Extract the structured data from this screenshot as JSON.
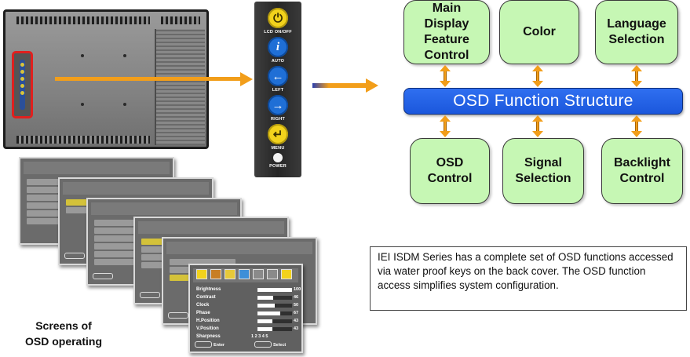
{
  "keys": [
    {
      "label": "LCD ON/OFF",
      "icon": "power-icon",
      "glyph": "⏻",
      "color": "#f2d21c"
    },
    {
      "label": "AUTO",
      "icon": "info-icon",
      "glyph": "i",
      "color": "#1f6fd6"
    },
    {
      "label": "LEFT",
      "icon": "arrow-left-icon",
      "glyph": "←",
      "color": "#1f6fd6"
    },
    {
      "label": "RIGHT",
      "icon": "arrow-right-icon",
      "glyph": "→",
      "color": "#1f6fd6"
    },
    {
      "label": "MENU",
      "icon": "enter-icon",
      "glyph": "↵",
      "color": "#f2d21c"
    },
    {
      "label": "POWER",
      "icon": "power-led-icon",
      "glyph": "",
      "color": "#f4f4f4"
    }
  ],
  "osd_caption": "Screens of\nOSD operating",
  "osd_front": {
    "items": [
      {
        "name": "Brightness",
        "value": "100",
        "level": 1.0
      },
      {
        "name": "Contrast",
        "value": "46",
        "level": 0.46
      },
      {
        "name": "Clock",
        "value": "50",
        "level": 0.5
      },
      {
        "name": "Phase",
        "value": "67",
        "level": 0.67
      },
      {
        "name": "H.Position",
        "value": "43",
        "level": 0.43
      },
      {
        "name": "V.Position",
        "value": "43",
        "level": 0.43
      },
      {
        "name": "Sharpness",
        "value": "1 2 3 4 5",
        "level": null
      }
    ],
    "enter_label": "Enter",
    "select_label": "Select"
  },
  "diagram": {
    "center": "OSD Function Structure",
    "top_nodes": [
      "Main\nDisplay\nFeature\nControl",
      "Color",
      "Language\nSelection"
    ],
    "bottom_nodes": [
      "OSD\nControl",
      "Signal\nSelection",
      "Backlight\nControl"
    ],
    "node_fill": "#c6f7b4",
    "bar_color": "#1b57dc",
    "arrow_color": "#f29e1a"
  },
  "description": "IEI ISDM Series has a  complete set of  OSD functions accessed via water proof keys on the back cover. The OSD function access simplifies system configuration."
}
